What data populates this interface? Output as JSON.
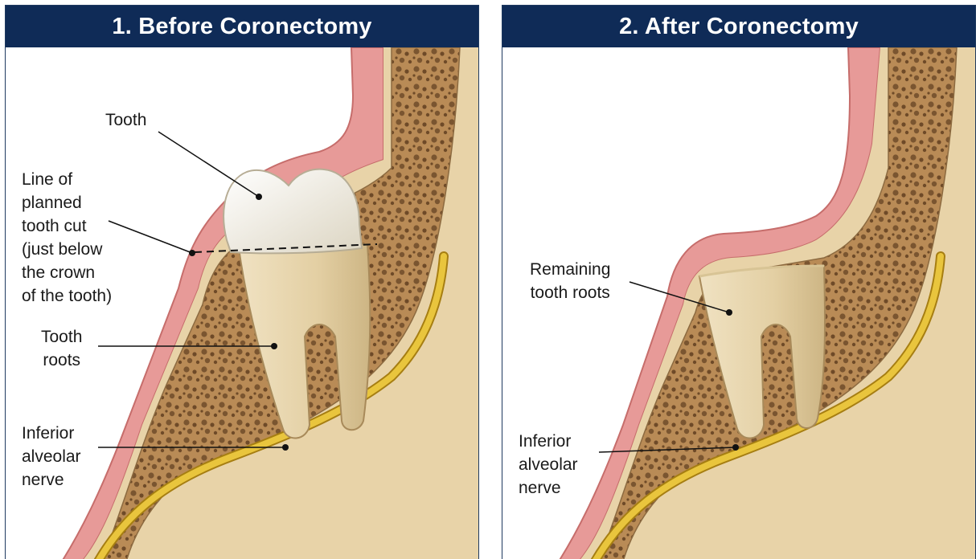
{
  "panels": [
    {
      "title": "1. Before Coronectomy",
      "labels": {
        "tooth": "Tooth",
        "cut_line": "Line of\nplanned\ntooth cut\n(just below\nthe crown\nof the tooth)",
        "roots": "Tooth\nroots",
        "nerve": "Inferior\nalveolar\nnerve"
      }
    },
    {
      "title": "2. After Coronectomy",
      "labels": {
        "remaining_roots": "Remaining\ntooth roots",
        "nerve": "Inferior\nalveolar\nnerve"
      }
    }
  ],
  "colors": {
    "header_bg": "#0f2b57",
    "gum": "#e79a98",
    "bone_outer": "#e8d3a8",
    "bone_spongy": "#b88a55",
    "tooth_crown": "#f3efe3",
    "tooth_root": "#e7d4aa",
    "nerve": "#e9c53d"
  }
}
